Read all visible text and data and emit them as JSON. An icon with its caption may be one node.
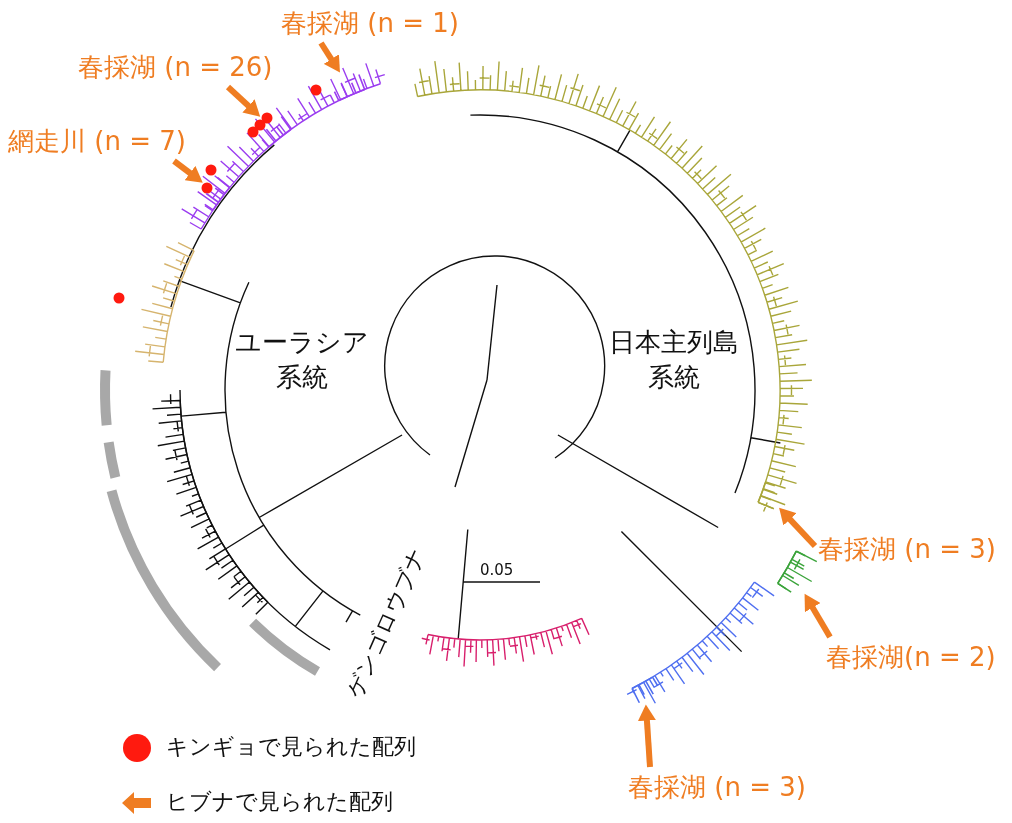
{
  "diagram": {
    "nodes": [
      {
        "text": [
          "春採湖 (n = 1)"
        ]
      },
      {
        "text": [
          "春採湖 (n = 26)"
        ]
      },
      {
        "text": [
          "網走川 (n = 7)"
        ]
      },
      {
        "text": [
          "春採湖 (n = 3)"
        ]
      },
      {
        "text": [
          "春採湖(n = 2)"
        ]
      },
      {
        "text": [
          "春採湖 (n = 3)"
        ]
      },
      {
        "text": [],
        "shape": "branch"
      },
      {
        "text": [],
        "shape": "branch"
      },
      {
        "text": [],
        "shape": "branch"
      },
      {
        "text": [],
        "shape": "branch"
      },
      {
        "text": [],
        "shape": "branch"
      },
      {
        "text": [],
        "shape": "branch"
      }
    ],
    "edges": [
      {
        "from": 0,
        "to": 6,
        "arrow": "to"
      },
      {
        "from": 1,
        "to": 7,
        "arrow": "to"
      },
      {
        "from": 2,
        "to": 8,
        "arrow": "to"
      },
      {
        "from": 3,
        "to": 9,
        "arrow": "to"
      },
      {
        "from": 4,
        "to": 10,
        "arrow": "to"
      },
      {
        "from": 5,
        "to": 11,
        "arrow": "to"
      }
    ],
    "labels": [
      "ユーラシア系統",
      "日本主列島系統",
      "ゲンゴロウブナ",
      "0.05"
    ],
    "legend": [
      {
        "text": "キンギョで見られた配列",
        "color": "#ff1a0f"
      },
      {
        "text": "ヒブナで見られた配列"
      }
    ]
  }
}
